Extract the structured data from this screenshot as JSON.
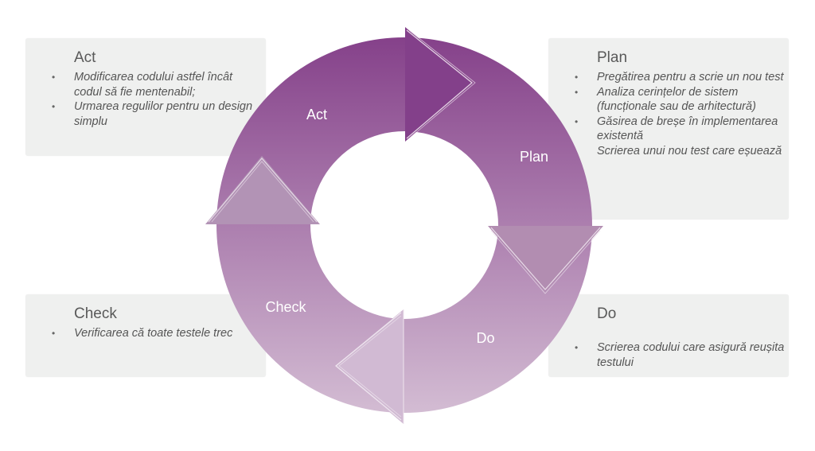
{
  "cycle": {
    "segments": [
      {
        "key": "act",
        "label": "Act"
      },
      {
        "key": "plan",
        "label": "Plan"
      },
      {
        "key": "do",
        "label": "Do"
      },
      {
        "key": "check",
        "label": "Check"
      }
    ],
    "colors": {
      "gradient_top": "#85418a",
      "gradient_bottom": "#d3bcd3",
      "arrow_top": "#83408a",
      "arrow_right": "#b28db1",
      "arrow_bottom": "#d1bad3",
      "arrow_left": "#b293b5",
      "box_bg": "#eff0ef"
    }
  },
  "boxes": {
    "act": {
      "title": "Act",
      "items": [
        "Modificarea codului astfel încât codul să fie mentenabil;",
        "Urmarea regulilor pentru un design simplu"
      ]
    },
    "plan": {
      "title": "Plan",
      "items": [
        "Pregătirea pentru a scrie un nou test",
        "Analiza cerințelor de sistem (funcționale sau de arhitectură)",
        "Găsirea de breșe în implementarea existentă",
        "Scrierea unui nou test care eșuează"
      ]
    },
    "check": {
      "title": "Check",
      "items": [
        "Verificarea că toate testele trec"
      ]
    },
    "do": {
      "title": "Do",
      "items": [
        "Scrierea codului care asigură reușita testului"
      ]
    },
    "bullet": "•"
  }
}
